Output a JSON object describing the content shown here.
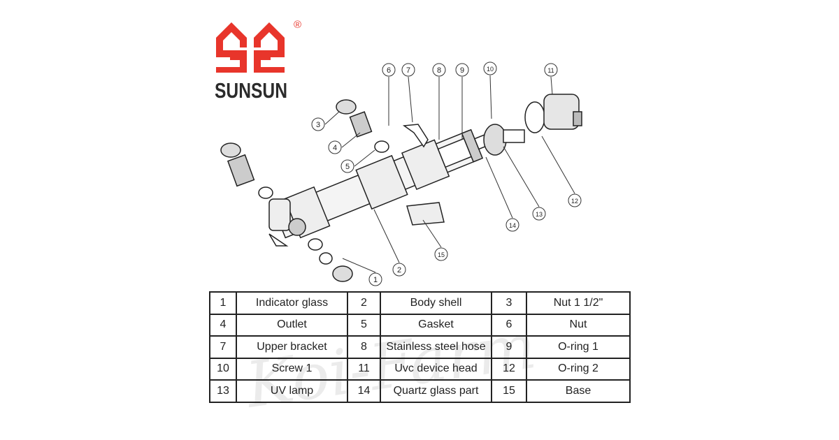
{
  "logo": {
    "brand": "SUNSUN",
    "registered_mark": "®",
    "brand_color": "#e8352b"
  },
  "watermark": "Koi-Farm",
  "callouts": [
    "1",
    "2",
    "3",
    "4",
    "5",
    "6",
    "7",
    "8",
    "9",
    "10",
    "11",
    "12",
    "13",
    "14",
    "15"
  ],
  "parts_table": [
    [
      {
        "no": "1",
        "name": "Indicator glass"
      },
      {
        "no": "2",
        "name": "Body shell"
      },
      {
        "no": "3",
        "name": "Nut 1 1/2\""
      }
    ],
    [
      {
        "no": "4",
        "name": "Outlet"
      },
      {
        "no": "5",
        "name": "Gasket"
      },
      {
        "no": "6",
        "name": "Nut"
      }
    ],
    [
      {
        "no": "7",
        "name": "Upper bracket"
      },
      {
        "no": "8",
        "name": "Stainless steel hose"
      },
      {
        "no": "9",
        "name": "O-ring 1"
      }
    ],
    [
      {
        "no": "10",
        "name": "Screw 1"
      },
      {
        "no": "11",
        "name": "Uvc device head"
      },
      {
        "no": "12",
        "name": "O-ring 2"
      }
    ],
    [
      {
        "no": "13",
        "name": "UV lamp"
      },
      {
        "no": "14",
        "name": "Quartz glass part"
      },
      {
        "no": "15",
        "name": "Base"
      }
    ]
  ]
}
